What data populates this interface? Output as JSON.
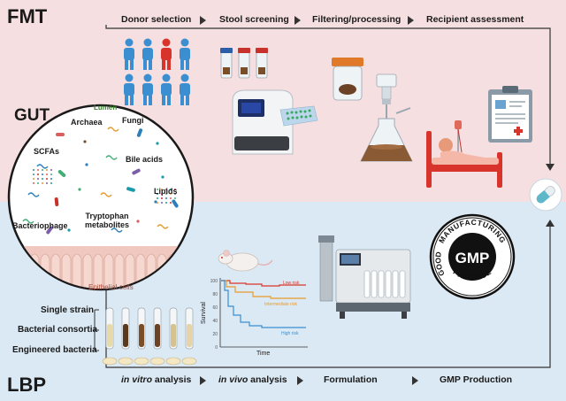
{
  "title_fmt": "FMT",
  "title_gut": "GUT",
  "title_lbp": "LBP",
  "fmt_steps": [
    "Donor selection",
    "Stool screening",
    "Filtering/processing",
    "Recipient assessment"
  ],
  "lbp_steps": {
    "in_vitro_italic": "in vitro",
    "in_vitro_rest": " analysis",
    "in_vivo_italic": "in vivo",
    "in_vivo_rest": " analysis",
    "formulation": "Formulation",
    "gmp_production": "GMP Production"
  },
  "gut_labels": {
    "lumen": "Lumen",
    "archaea": "Archaea",
    "fungi": "Fungi",
    "scfas": "SCFAs",
    "bile_acids": "Bile acids",
    "lipids": "Lipids",
    "bacteriophage": "Bacteriophage",
    "tryptophan": "Tryptophan\nmetabolites",
    "epithelial": "Epithelial cells"
  },
  "lbp_types": [
    "Single strain",
    "Bacterial consortia",
    "Engineered bacteria"
  ],
  "survival_chart": {
    "ylabel": "Survival",
    "xlabel": "Time",
    "yticks": [
      "100",
      "80",
      "60",
      "40",
      "20",
      "0"
    ],
    "curves": [
      "Low risk",
      "Intermediate risk",
      "High risk"
    ]
  },
  "gmp_badge": {
    "center": "GMP",
    "top_arc": "MANUFACTURING",
    "left_arc": "GOOD",
    "bottom_arc": "PRACTICE"
  },
  "colors": {
    "fmt_band": "#f6dfe0",
    "lbp_band": "#dbe9f4",
    "donor_blue": "#3b8fd0",
    "donor_red": "#d9342b",
    "low_risk": "#d9342b",
    "intermediate_risk": "#e89a2c",
    "high_risk": "#3b8fd0"
  }
}
